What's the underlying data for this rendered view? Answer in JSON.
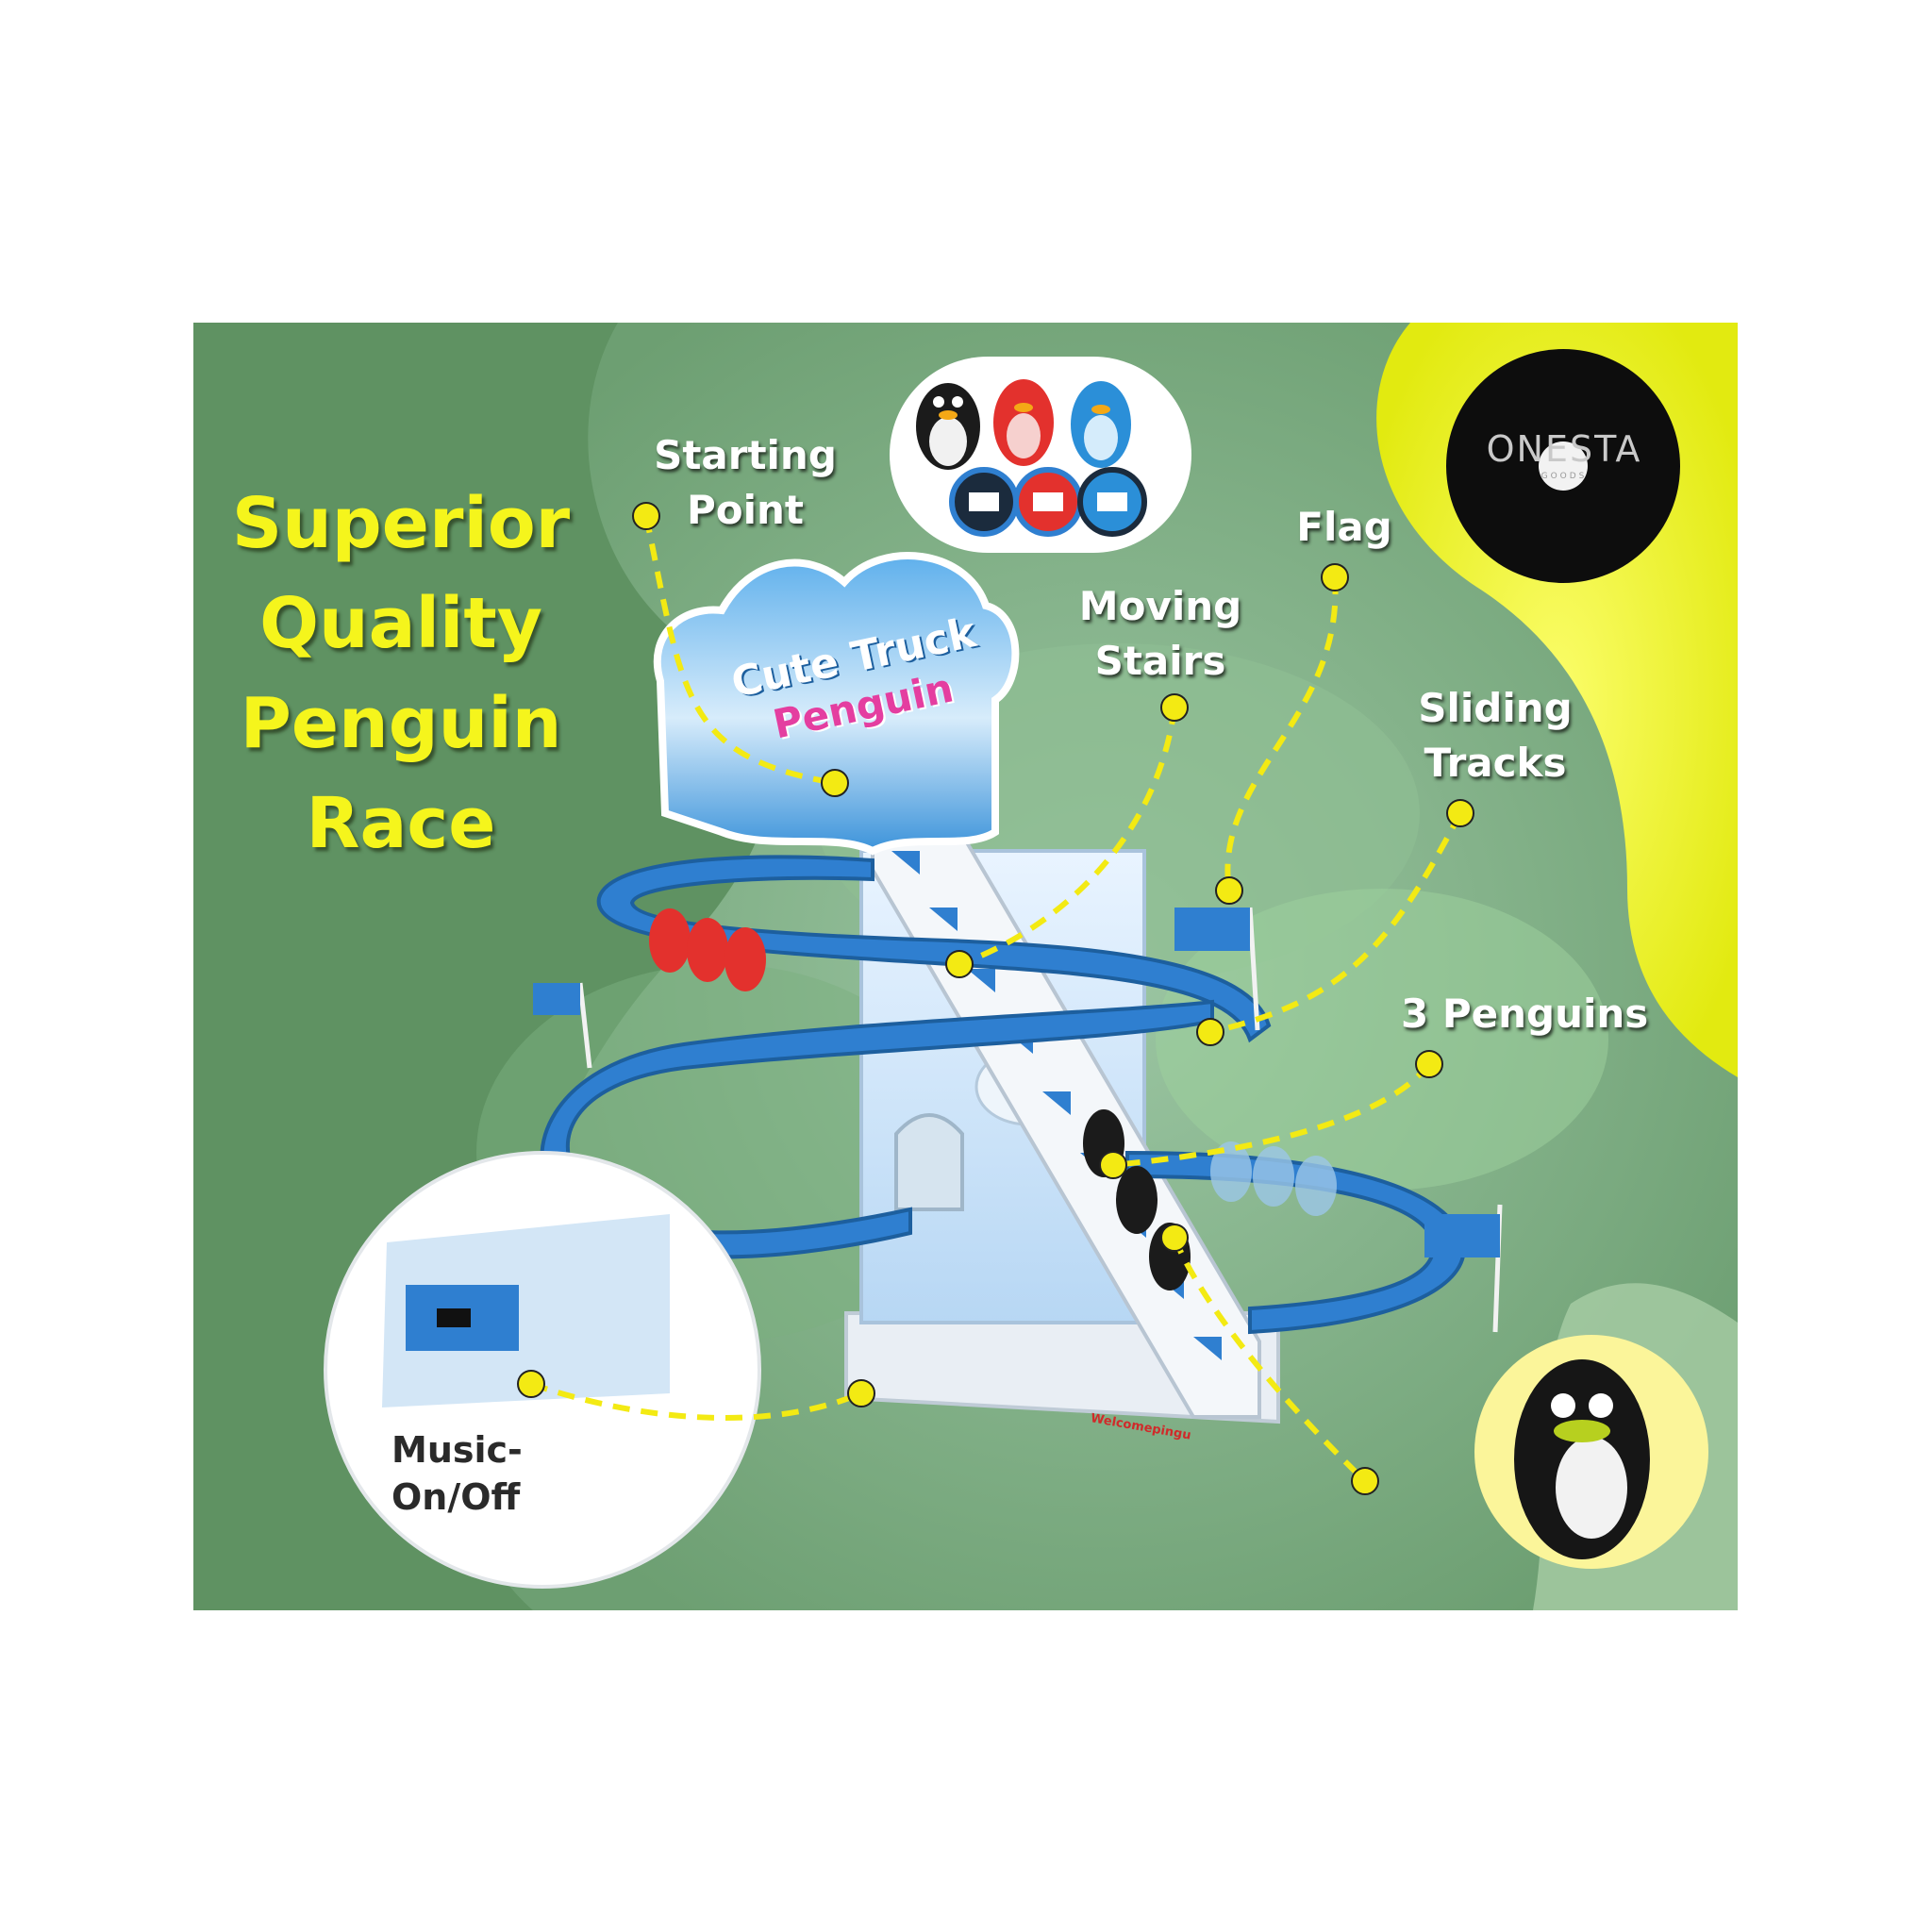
{
  "headline": [
    "Superior",
    "Quality",
    "Penguin",
    "Race"
  ],
  "brand": {
    "name": "ONESTA",
    "sub": "GOODS"
  },
  "callouts": {
    "starting_point": [
      "Starting",
      "Point"
    ],
    "flag": "Flag",
    "moving_stairs": [
      "Moving",
      "Stairs"
    ],
    "sliding_tracks": [
      "Sliding",
      "Tracks"
    ],
    "penguins": "3 Penguins",
    "music": [
      "Music-",
      "On/Off"
    ]
  },
  "toy_sign": {
    "line1": "Cute Truck",
    "line2": "Penguin",
    "base_text": "Welcomepingu"
  },
  "colors": {
    "accent_yellow": "#f2f520",
    "bg_green": "#5f9262",
    "track_blue": "#2f7fd0",
    "callout_dot": "#f3ea13"
  }
}
